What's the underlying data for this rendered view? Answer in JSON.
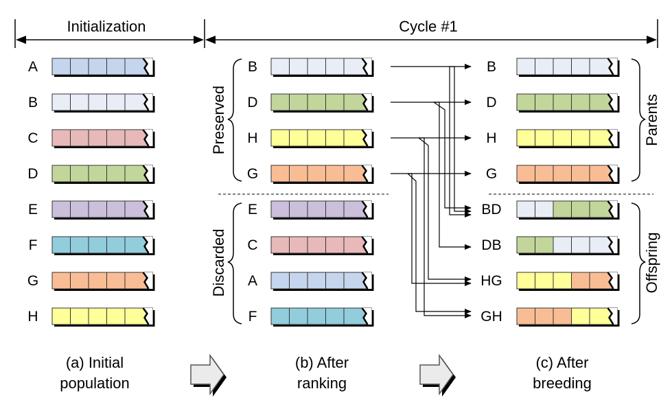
{
  "header": {
    "init_label": "Initialization",
    "cycle_label": "Cycle #1"
  },
  "colors": {
    "A": "#c5d5ee",
    "B": "#e8edf6",
    "C": "#e8b9b9",
    "D": "#c2d69b",
    "E": "#cbbfdc",
    "F": "#92cddc",
    "G": "#f9bd95",
    "H": "#ffff99"
  },
  "columns": {
    "initial": [
      "A",
      "B",
      "C",
      "D",
      "E",
      "F",
      "G",
      "H"
    ],
    "ranked": [
      "B",
      "D",
      "H",
      "G",
      "E",
      "C",
      "A",
      "F"
    ],
    "bred_parents": [
      "B",
      "D",
      "H",
      "G"
    ],
    "bred_offspring": [
      {
        "label": "BD",
        "genes": [
          "B",
          "B",
          "D",
          "D",
          "D"
        ]
      },
      {
        "label": "DB",
        "genes": [
          "D",
          "D",
          "B",
          "B",
          "B"
        ]
      },
      {
        "label": "HG",
        "genes": [
          "H",
          "H",
          "H",
          "G",
          "G"
        ]
      },
      {
        "label": "GH",
        "genes": [
          "G",
          "G",
          "G",
          "H",
          "H"
        ]
      }
    ]
  },
  "group_labels": {
    "preserved": "Preserved",
    "discarded": "Discarded",
    "parents": "Parents",
    "offspring": "Offspring"
  },
  "captions": {
    "a_line1": "(a) Initial",
    "a_line2": "population",
    "b_line1": "(b) After",
    "b_line2": "ranking",
    "c_line1": "(c) After",
    "c_line2": "breeding"
  }
}
